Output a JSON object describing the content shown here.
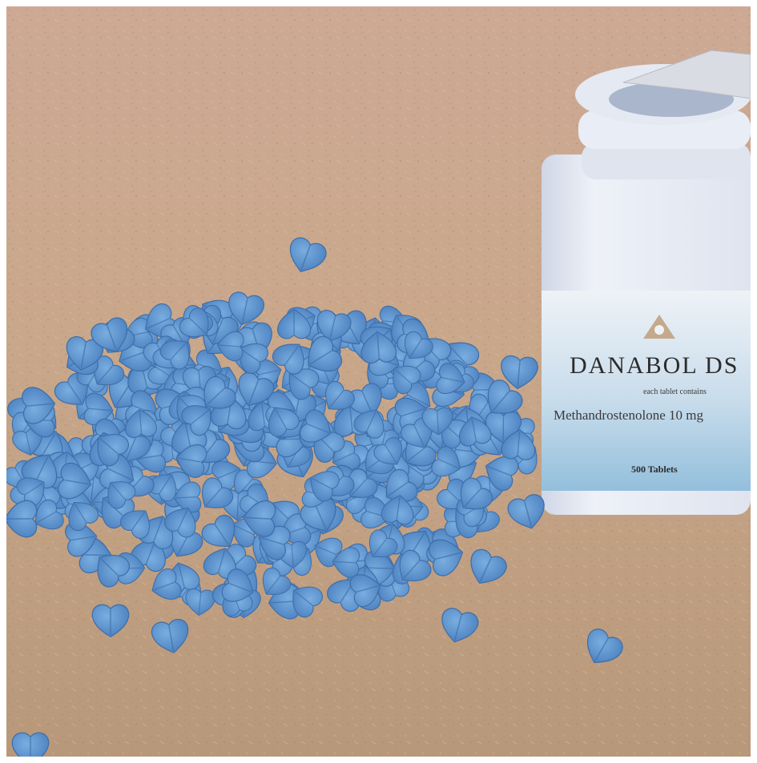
{
  "photo": {
    "bottle_label": {
      "brand": "DANABOL DS",
      "subtitle": "each tablet contains",
      "ingredient": "Methandrostenolone 10 mg",
      "count": "500 Tablets"
    },
    "colors": {
      "ground": "#c9a88a",
      "pill": "#5b8fc9",
      "bottle": "#e8ecf4",
      "label_band": "#9cc4dd"
    },
    "icon": "bottle-logo-icon"
  }
}
